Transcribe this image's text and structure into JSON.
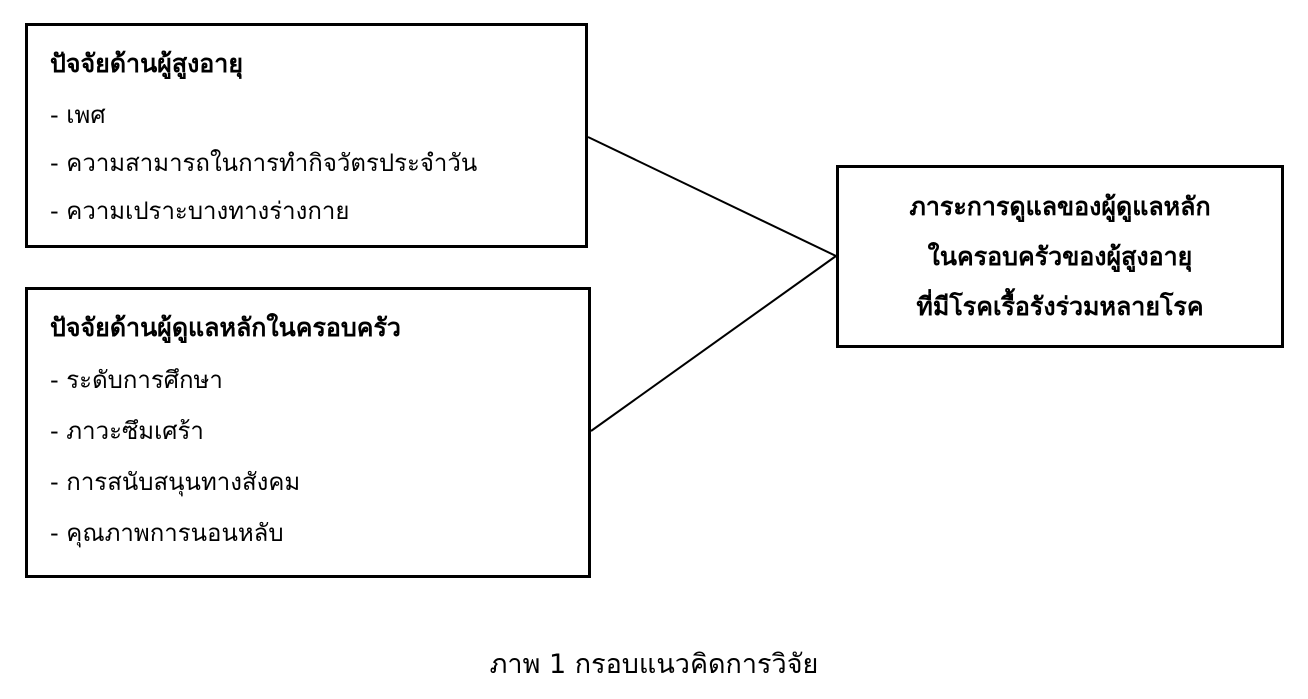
{
  "diagram": {
    "elderly_factors": {
      "title": "ปัจจัยด้านผู้สูงอายุ",
      "items": [
        "- เพศ",
        "- ความสามารถในการทำกิจวัตรประจำวัน",
        "- ความเปราะบางทางร่างกาย"
      ]
    },
    "caregiver_factors": {
      "title": "ปัจจัยด้านผู้ดูแลหลักในครอบครัว",
      "items": [
        "- ระดับการศึกษา",
        "- ภาวะซึมเศร้า",
        "- การสนับสนุนทางสังคม",
        "- คุณภาพการนอนหลับ"
      ]
    },
    "outcome": {
      "lines": [
        "ภาระการดูแลของผู้ดูแลหลัก",
        "ในครอบครัวของผู้สูงอายุ",
        "ที่มีโรคเรื้อรังร่วมหลายโรค"
      ]
    },
    "caption": "ภาพ 1 กรอบแนวคิดการวิจัย",
    "colors": {
      "border": "#000000",
      "text": "#000000",
      "background": "#ffffff"
    }
  }
}
